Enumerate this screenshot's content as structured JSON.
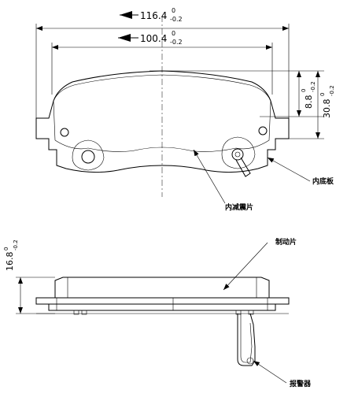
{
  "dimensions": {
    "overall_width": {
      "value": "116.4",
      "tol_upper": "0",
      "tol_lower": "-0.2"
    },
    "inner_width": {
      "value": "100.4",
      "tol_upper": "0",
      "tol_lower": "-0.2"
    },
    "right_small": {
      "value": "8.8",
      "tol_upper": "0",
      "tol_lower": "-0.2"
    },
    "right_height": {
      "value": "30.8",
      "tol_upper": "0",
      "tol_lower": "-0.2"
    },
    "thickness": {
      "value": "16.8",
      "tol_upper": "0",
      "tol_lower": "-0.2"
    }
  },
  "labels": {
    "inner_plate": "内底板",
    "shim": "内减震片",
    "friction": "制动片",
    "wear_indicator": "报警器"
  }
}
